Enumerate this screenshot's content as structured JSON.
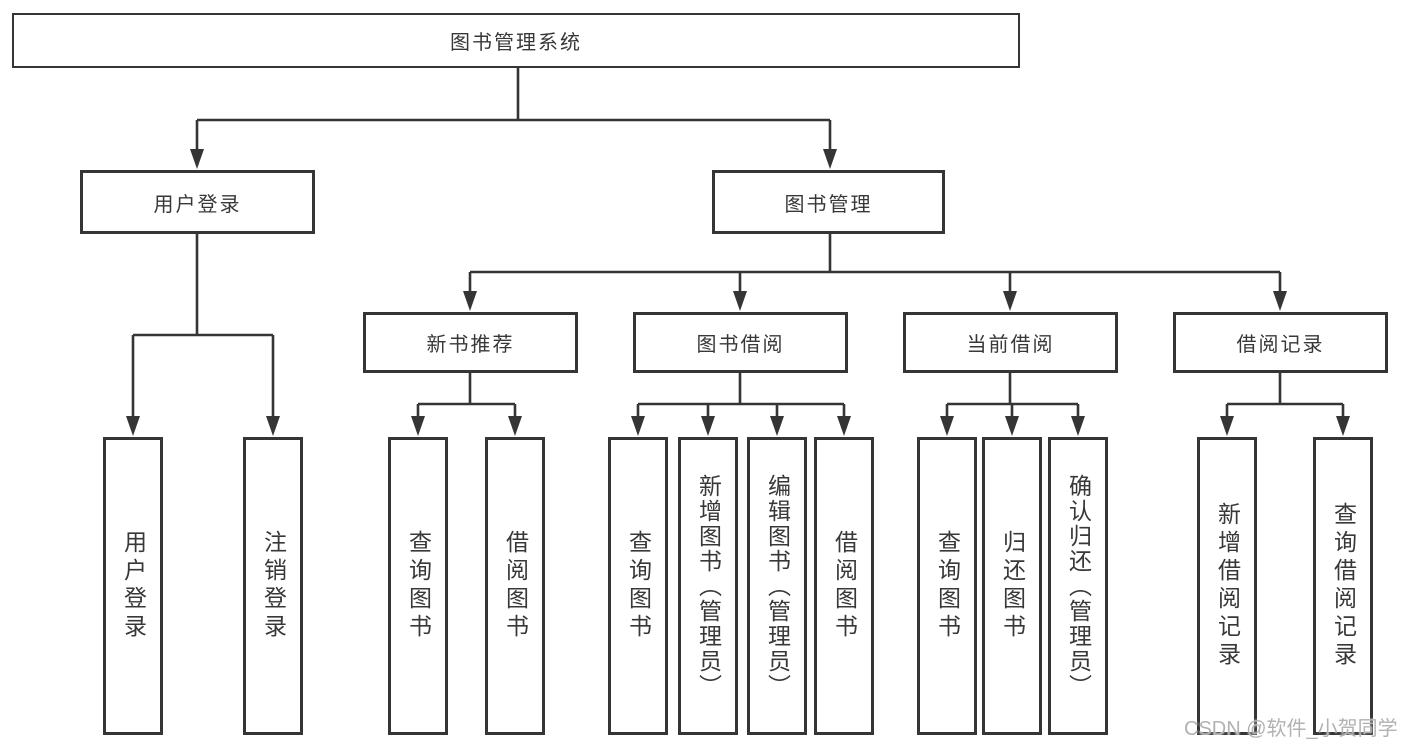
{
  "tree": {
    "root": {
      "label": "图书管理系统"
    },
    "children": [
      {
        "label": "用户登录",
        "children": [
          {
            "label": "用户登录"
          },
          {
            "label": "注销登录"
          }
        ]
      },
      {
        "label": "图书管理",
        "children": [
          {
            "label": "新书推荐",
            "children": [
              {
                "label": "查询图书"
              },
              {
                "label": "借阅图书"
              }
            ]
          },
          {
            "label": "图书借阅",
            "children": [
              {
                "label": "查询图书"
              },
              {
                "label": "新增图书（管理员）"
              },
              {
                "label": "编辑图书（管理员）"
              },
              {
                "label": "借阅图书"
              }
            ]
          },
          {
            "label": "当前借阅",
            "children": [
              {
                "label": "查询图书"
              },
              {
                "label": "归还图书"
              },
              {
                "label": "确认归还（管理员）"
              }
            ]
          },
          {
            "label": "借阅记录",
            "children": [
              {
                "label": "新增借阅记录"
              },
              {
                "label": "查询借阅记录"
              }
            ]
          }
        ]
      }
    ]
  },
  "watermark": "CSDN @软件_小贺同学",
  "colors": {
    "line": "#353535",
    "box_border": "#353535",
    "text": "#383838",
    "watermark": "#b2b2b2",
    "background": "#ffffff"
  }
}
